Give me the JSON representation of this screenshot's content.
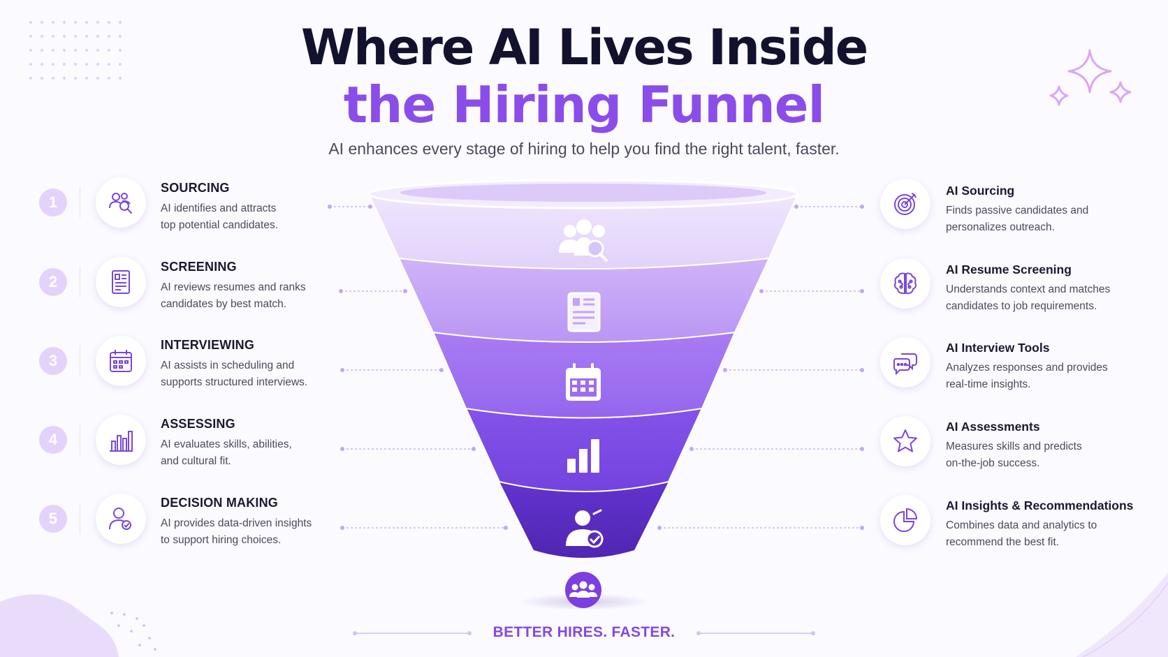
{
  "title_line1": "Where AI Lives Inside",
  "title_line2": "the Hiring Funnel",
  "subtitle": "AI enhances every stage of hiring to help you find the right talent, faster.",
  "colors": {
    "accent": "#8b4dea",
    "stage_fills": [
      "#e8dafb",
      "#c4a3f5",
      "#9f6cf0",
      "#7d48e3",
      "#5a2bc0"
    ]
  },
  "stages": [
    {
      "number": "1",
      "title": "SOURCING",
      "desc1": "AI identifies and attracts",
      "desc2": "top potential candidates.",
      "icon": "people-search-icon"
    },
    {
      "number": "2",
      "title": "SCREENING",
      "desc1": "AI reviews resumes and ranks",
      "desc2": "candidates by best match.",
      "icon": "resume-icon"
    },
    {
      "number": "3",
      "title": "INTERVIEWING",
      "desc1": "AI assists in scheduling and",
      "desc2": "supports structured interviews.",
      "icon": "calendar-icon"
    },
    {
      "number": "4",
      "title": "ASSESSING",
      "desc1": "AI evaluates skills, abilities,",
      "desc2": "and cultural fit.",
      "icon": "bar-chart-icon"
    },
    {
      "number": "5",
      "title": "DECISION MAKING",
      "desc1": "AI provides data-driven insights",
      "desc2": "to support hiring choices.",
      "icon": "user-check-icon"
    }
  ],
  "ai_tools": [
    {
      "title": "AI Sourcing",
      "desc1": "Finds passive candidates and",
      "desc2": "personalizes outreach.",
      "icon": "target-icon"
    },
    {
      "title": "AI Resume Screening",
      "desc1": "Understands context and matches",
      "desc2": "candidates to job requirements.",
      "icon": "brain-icon"
    },
    {
      "title": "AI Interview Tools",
      "desc1": "Analyzes responses and provides",
      "desc2": "real-time insights.",
      "icon": "chat-bubbles-icon"
    },
    {
      "title": "AI Assessments",
      "desc1": "Measures skills and predicts",
      "desc2": "on-the-job success.",
      "icon": "star-icon"
    },
    {
      "title": "AI Insights & Recommendations",
      "desc1": "Combines data and analytics to",
      "desc2": "recommend the best fit.",
      "icon": "pie-chart-icon"
    }
  ],
  "tagline": "BETTER HIRES. FASTER."
}
